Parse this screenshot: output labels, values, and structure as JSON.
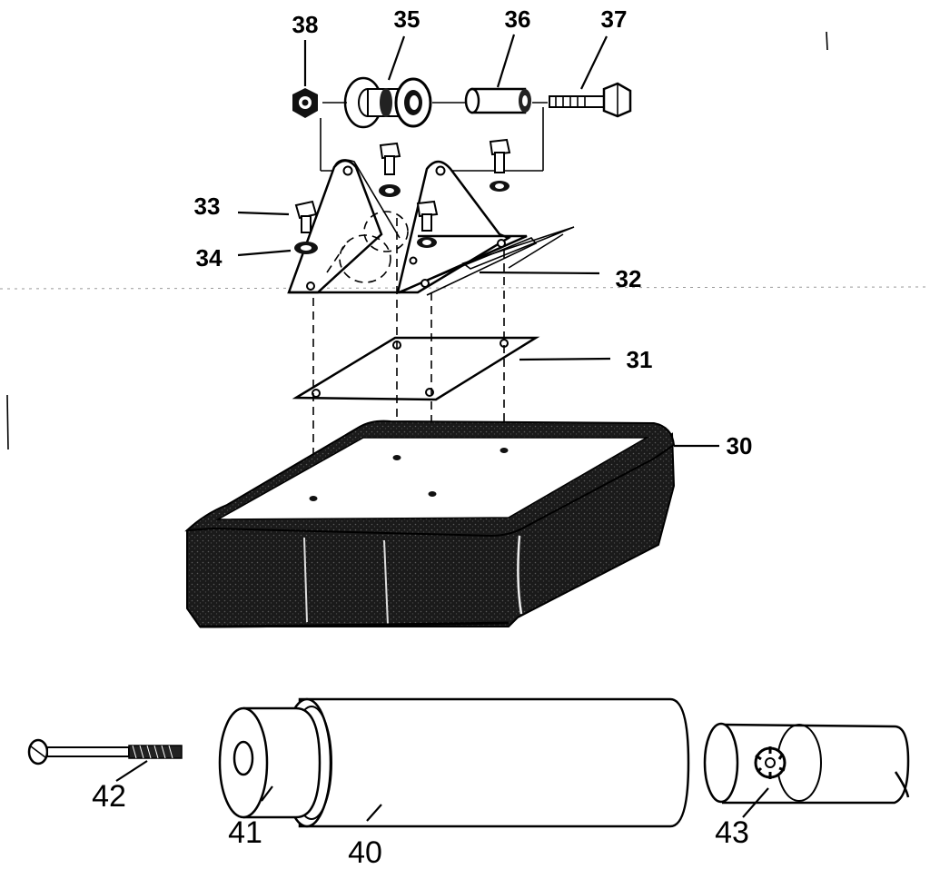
{
  "callouts": {
    "p38": "38",
    "p35": "35",
    "p36": "36",
    "p37": "37",
    "p33": "33",
    "p34": "34",
    "p32": "32",
    "p31": "31",
    "p30": "30",
    "p42": "42",
    "p41": "41",
    "p40": "40",
    "p43": "43"
  }
}
